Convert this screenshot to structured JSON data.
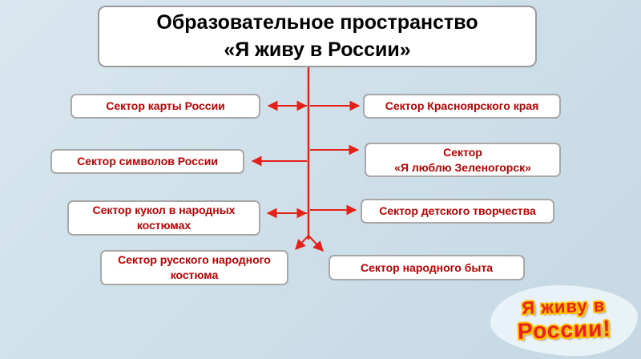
{
  "title": {
    "text": "Образовательное пространство\n«Я живу в России»"
  },
  "sectors": {
    "left": [
      "Сектор карты России",
      "Сектор символов России",
      "Сектор кукол в народных\nкостюмах"
    ],
    "right": [
      "Сектор Красноярского края",
      "Сектор\n«Я люблю Зеленогорск»",
      "Сектор детского творчества"
    ],
    "bottom": [
      "Сектор русского народного\nкостюма",
      "Сектор народного быта"
    ]
  },
  "logo": {
    "line1": "Я живу в",
    "line2": "России!"
  },
  "colors": {
    "background": "#cfe0ea",
    "box_background": "#ffffff",
    "box_border": "#a8a8a8",
    "box_text": "#c00000",
    "connector": "#e32119",
    "title_text": "#000000",
    "logo_text": "#e8231c",
    "logo_outline": "#ffc000"
  }
}
